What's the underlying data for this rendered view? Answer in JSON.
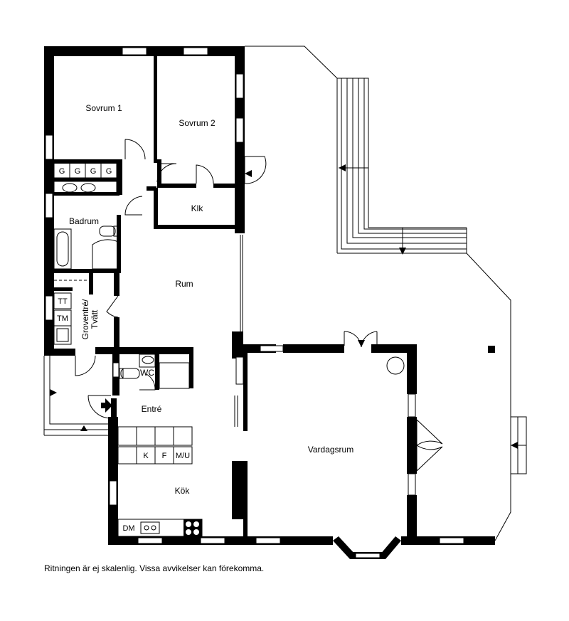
{
  "rooms": {
    "sovrum1": "Sovrum 1",
    "sovrum2": "Sovrum 2",
    "klk": "Klk",
    "badrum": "Badrum",
    "rum": "Rum",
    "grovtvatt_line1": "Groventré/",
    "grovtvatt_line2": "Tvätt",
    "tt": "TT",
    "tm": "TM",
    "wc": "WC",
    "entre": "Entré",
    "kok": "Kök",
    "vardagsrum": "Vardagsrum",
    "dm": "DM",
    "k": "K",
    "f": "F",
    "mu": "M/U"
  },
  "closet_labels": [
    "G",
    "G",
    "G",
    "G"
  ],
  "note": "Ritningen är ej skalenlig. Vissa avvikelser kan förekomma.",
  "colors": {
    "wall": "#000000",
    "background": "#ffffff"
  }
}
